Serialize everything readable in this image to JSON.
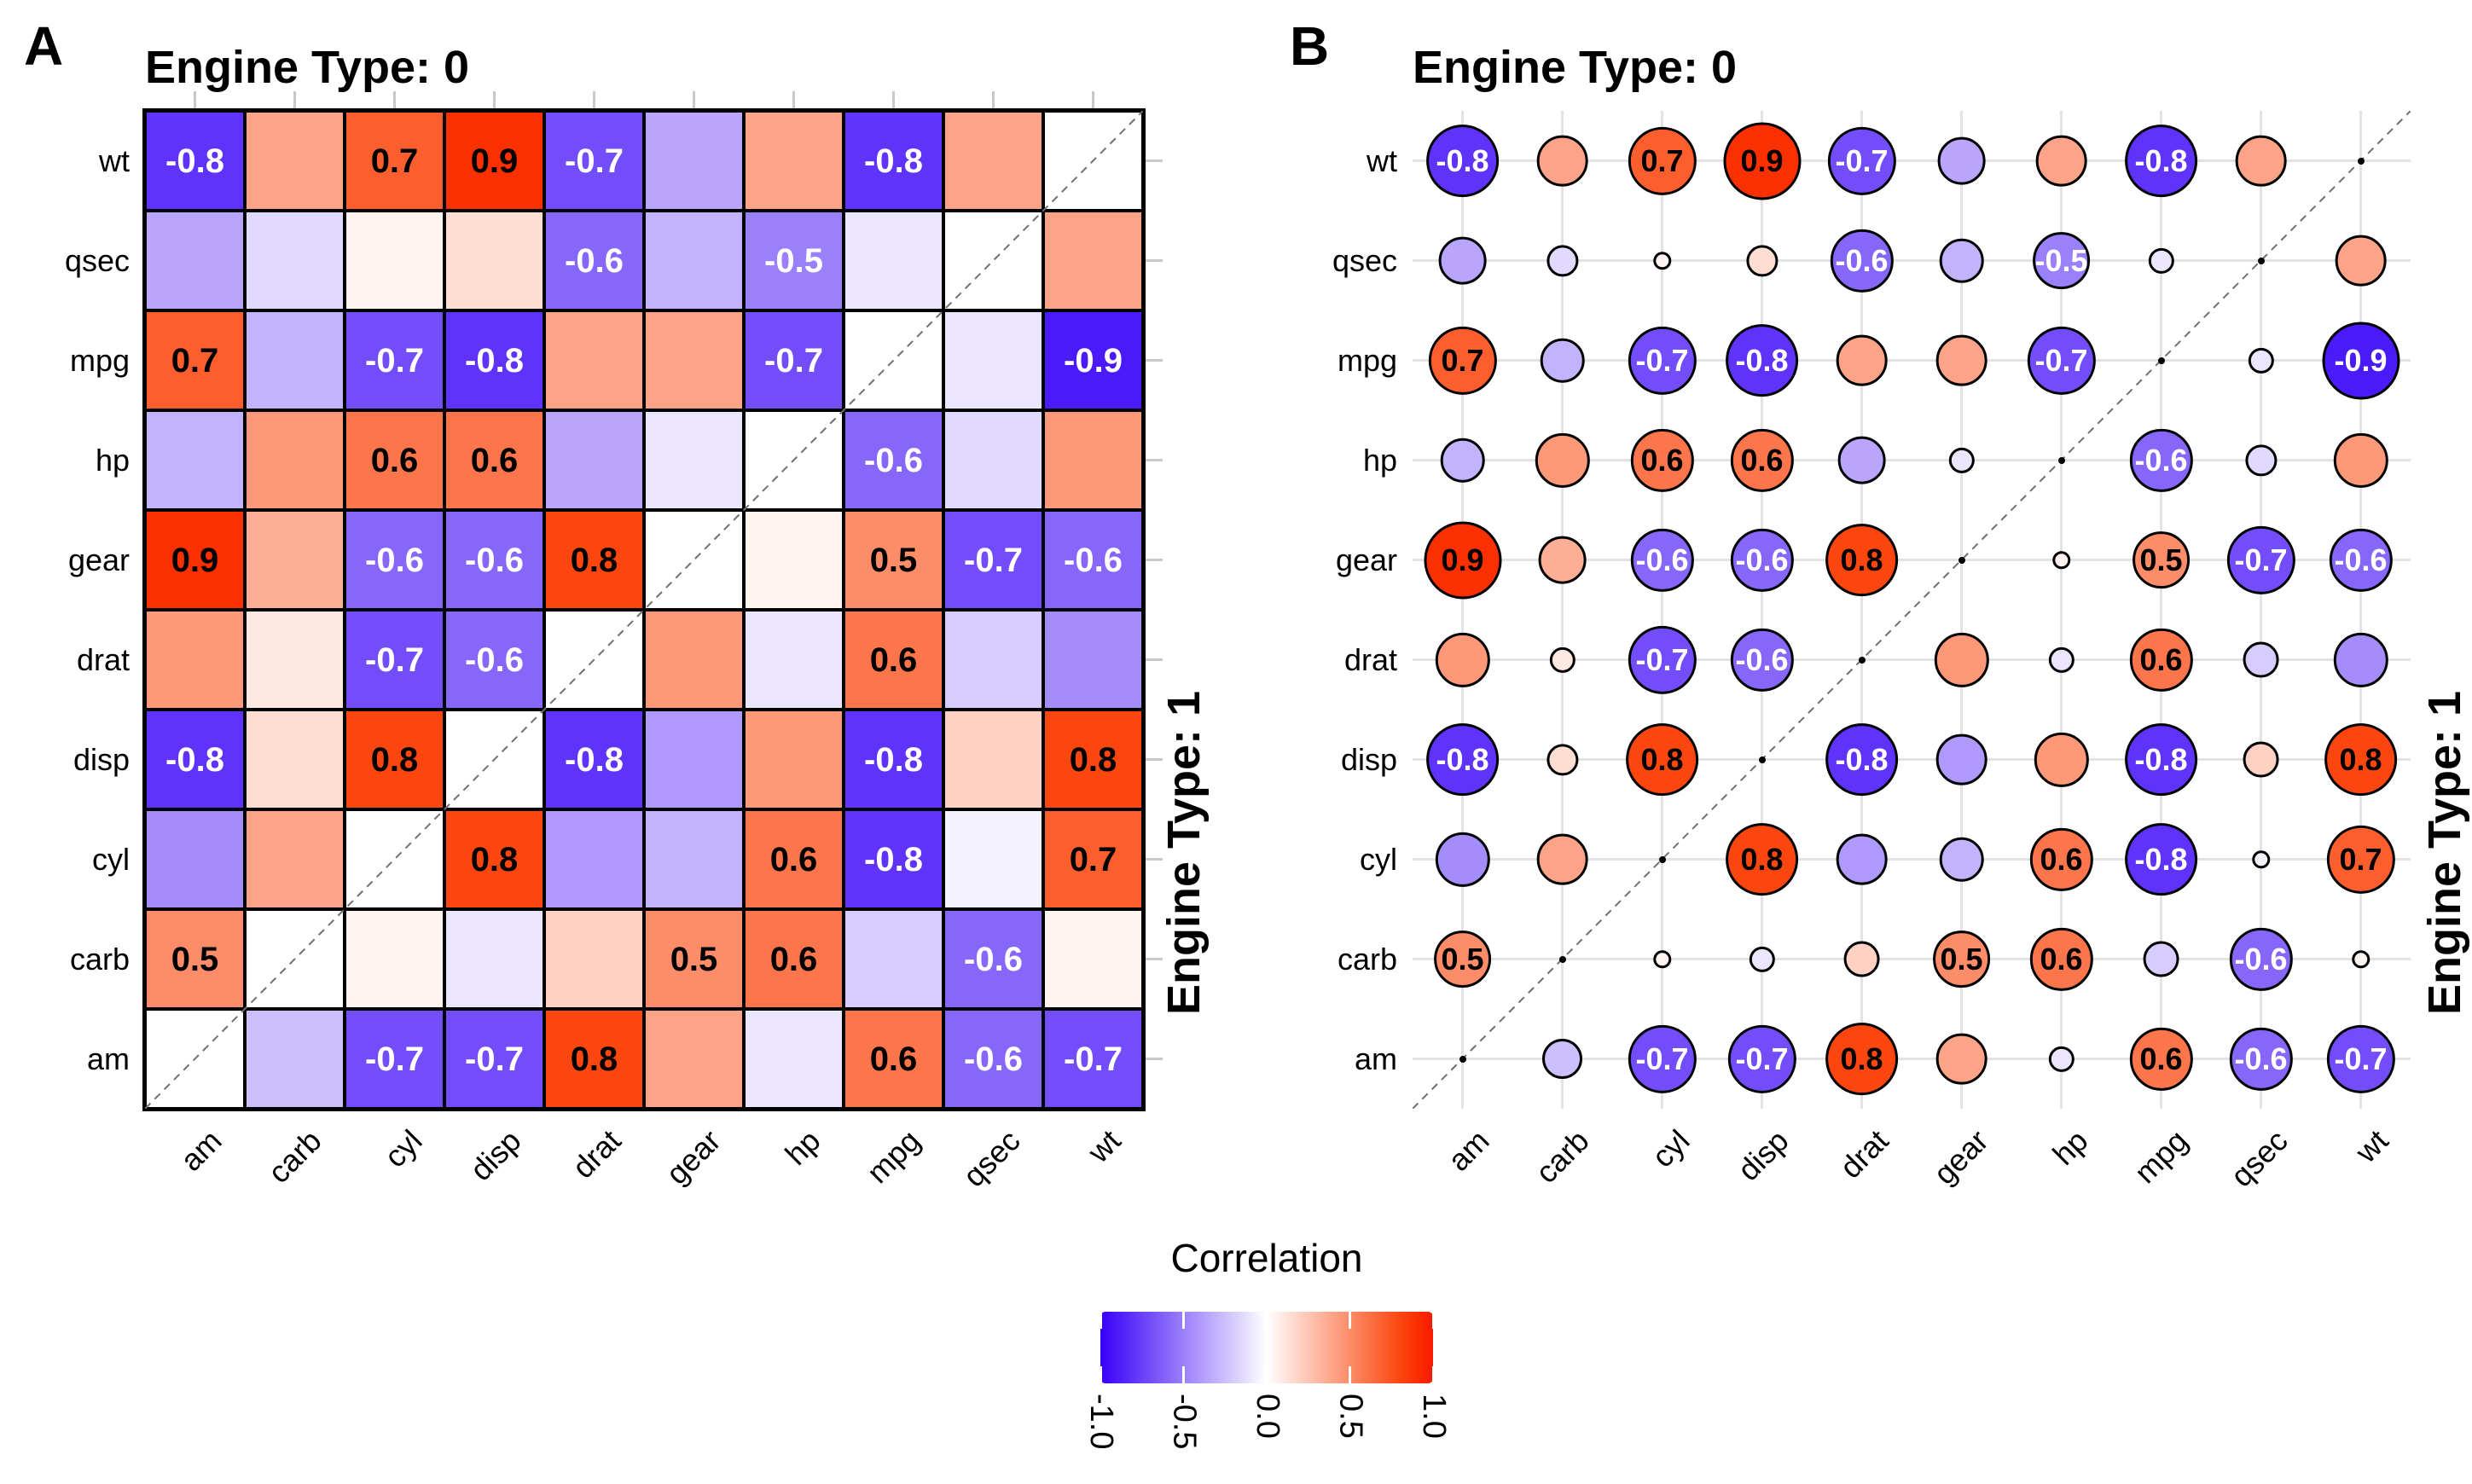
{
  "figure": {
    "panel_a": {
      "letter": "A",
      "title": "Engine Type: 0",
      "right_label": "Engine Type: 1"
    },
    "panel_b": {
      "letter": "B",
      "title": "Engine Type: 0",
      "right_label": "Engine Type: 1"
    }
  },
  "chart_data": {
    "type": "heatmap",
    "description": "Split correlation matrix of mtcars-style variables; upper-left triangle = Engine Type 0, lower-right triangle = Engine Type 1. Panel A renders values as colored squares, Panel B as circles whose diameter scales with |r|. Values labeled only when |r| >= 0.5; diagonal shown white (A) / tiny black dot (B) with dashed identity line.",
    "columns": [
      "am",
      "carb",
      "cyl",
      "disp",
      "drat",
      "gear",
      "hp",
      "mpg",
      "qsec",
      "wt"
    ],
    "rows": [
      "wt",
      "qsec",
      "mpg",
      "hp",
      "gear",
      "drat",
      "disp",
      "cyl",
      "carb",
      "am"
    ],
    "triangle_meaning": {
      "upper_left": "Engine Type: 0",
      "lower_right": "Engine Type: 1"
    },
    "label_threshold": 0.5,
    "matrix": [
      [
        -0.8,
        0.4,
        0.7,
        0.9,
        -0.7,
        -0.35,
        0.4,
        -0.8,
        0.4,
        null
      ],
      [
        -0.35,
        -0.15,
        0.05,
        0.15,
        -0.6,
        -0.3,
        -0.5,
        -0.1,
        null,
        0.4
      ],
      [
        0.7,
        -0.3,
        -0.7,
        -0.8,
        0.4,
        0.4,
        -0.7,
        null,
        -0.1,
        -0.9
      ],
      [
        -0.3,
        0.45,
        0.6,
        0.6,
        -0.35,
        -0.1,
        null,
        -0.6,
        -0.15,
        0.45
      ],
      [
        0.9,
        0.35,
        -0.6,
        -0.6,
        0.8,
        null,
        0.05,
        0.5,
        -0.7,
        -0.6
      ],
      [
        0.45,
        0.1,
        -0.7,
        -0.6,
        null,
        0.45,
        -0.1,
        0.6,
        -0.2,
        -0.45
      ],
      [
        -0.8,
        0.15,
        0.8,
        null,
        -0.8,
        -0.4,
        0.45,
        -0.8,
        0.2,
        0.8
      ],
      [
        -0.45,
        0.4,
        null,
        0.8,
        -0.4,
        -0.3,
        0.6,
        -0.8,
        -0.05,
        0.7
      ],
      [
        0.5,
        null,
        0.05,
        -0.1,
        0.2,
        0.5,
        0.6,
        -0.2,
        -0.6,
        0.05
      ],
      [
        null,
        -0.25,
        -0.7,
        -0.7,
        0.8,
        0.4,
        -0.1,
        0.6,
        -0.6,
        -0.7
      ]
    ],
    "legend": {
      "title": "Correlation",
      "ticks": [
        "-1.0",
        "-0.5",
        "0.0",
        "0.5",
        "1.0"
      ],
      "range": [
        -1,
        1
      ],
      "position": "bottom-center"
    }
  },
  "colors": {
    "negative_end": "#3700f7",
    "midpoint": "#ffffff",
    "positive_end": "#fa1900",
    "panel_b_grid": "#e3e3e3",
    "axis_tick": "#c9c9c9",
    "diagonal_dash": "#707070",
    "cell_border": "#000000"
  }
}
